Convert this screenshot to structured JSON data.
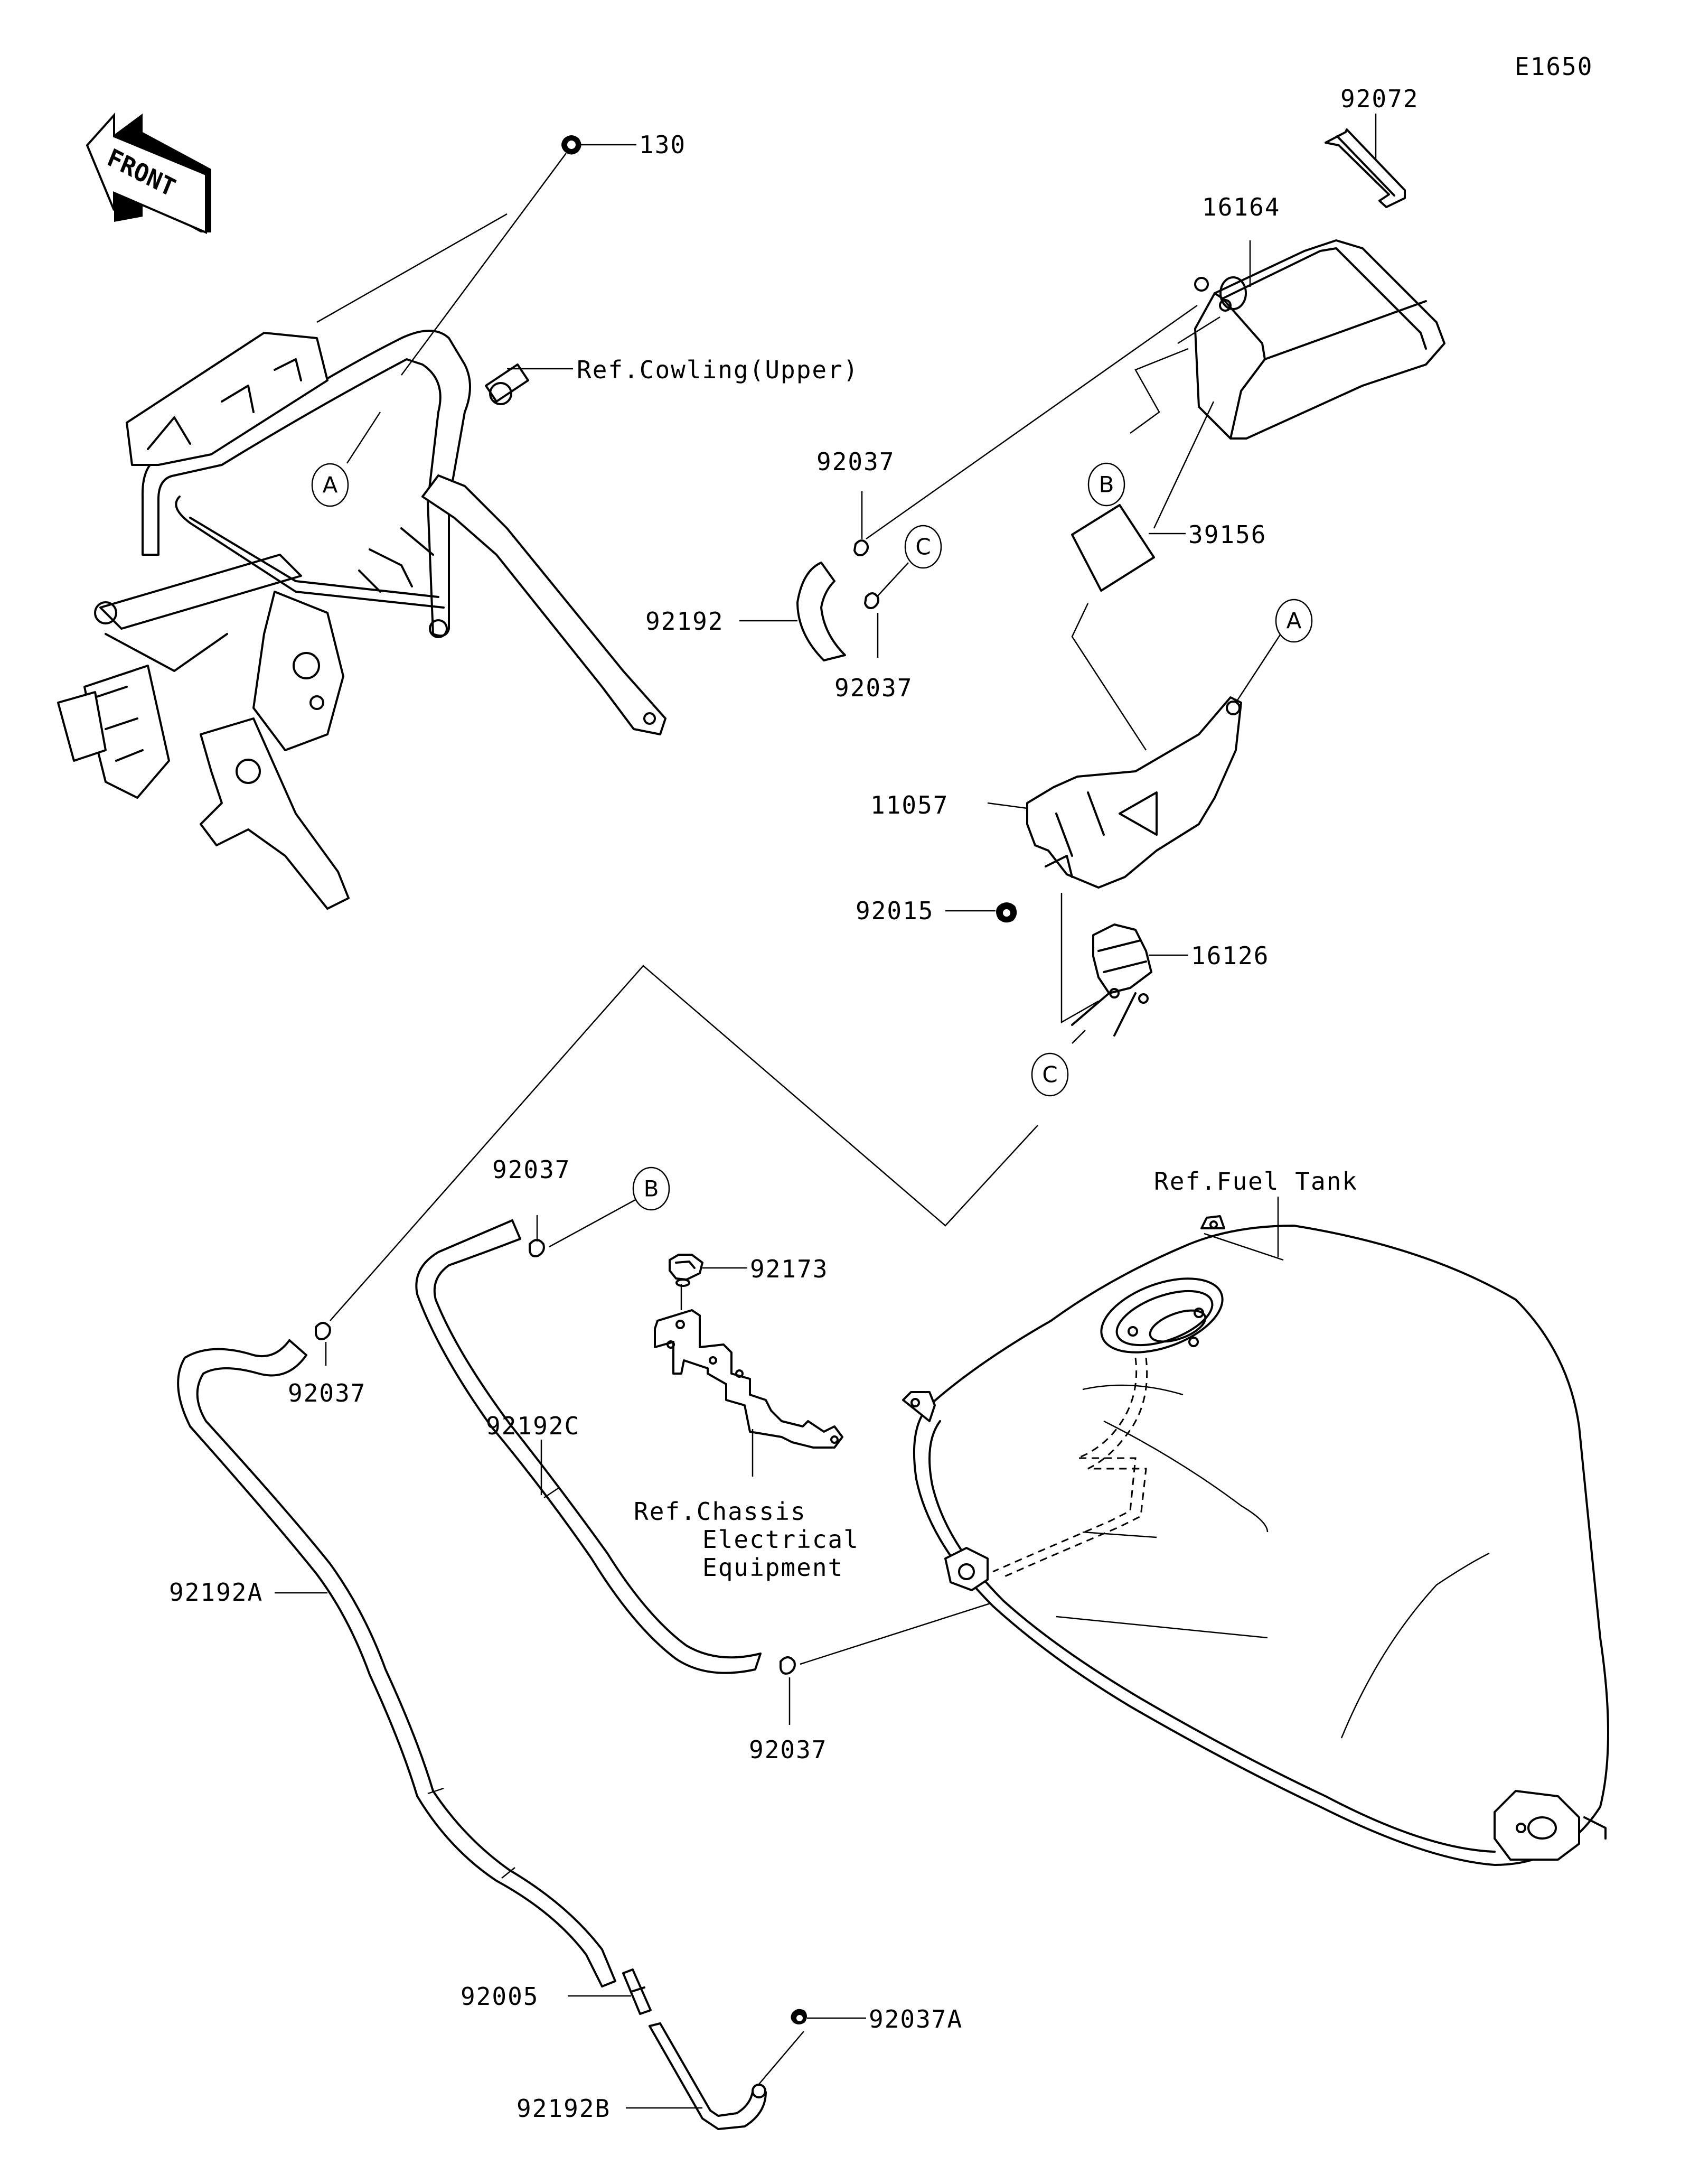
{
  "diagram": {
    "id_code": "E1650",
    "front_label": "FRONT",
    "parts": [
      {
        "key": "p130",
        "number": "130"
      },
      {
        "key": "p92072",
        "number": "92072"
      },
      {
        "key": "p16164",
        "number": "16164"
      },
      {
        "key": "p39156",
        "number": "39156"
      },
      {
        "key": "p92037_top",
        "number": "92037"
      },
      {
        "key": "p92037_mid",
        "number": "92037"
      },
      {
        "key": "p92192",
        "number": "92192"
      },
      {
        "key": "p11057",
        "number": "11057"
      },
      {
        "key": "p92015",
        "number": "92015"
      },
      {
        "key": "p16126",
        "number": "16126"
      },
      {
        "key": "p92037_b",
        "number": "92037"
      },
      {
        "key": "p92037_left",
        "number": "92037"
      },
      {
        "key": "p92173",
        "number": "92173"
      },
      {
        "key": "p92192C",
        "number": "92192C"
      },
      {
        "key": "p92192A",
        "number": "92192A"
      },
      {
        "key": "p92037_low",
        "number": "92037"
      },
      {
        "key": "p92005",
        "number": "92005"
      },
      {
        "key": "p92037A",
        "number": "92037A"
      },
      {
        "key": "p92192B",
        "number": "92192B"
      }
    ],
    "references": {
      "cowling": "Ref.Cowling(Upper)",
      "fuel_tank": "Ref.Fuel Tank",
      "chassis_line1": "Ref.Chassis",
      "chassis_line2": "Electrical",
      "chassis_line3": "Equipment"
    },
    "callouts": {
      "A": "A",
      "B": "B",
      "C": "C"
    }
  }
}
